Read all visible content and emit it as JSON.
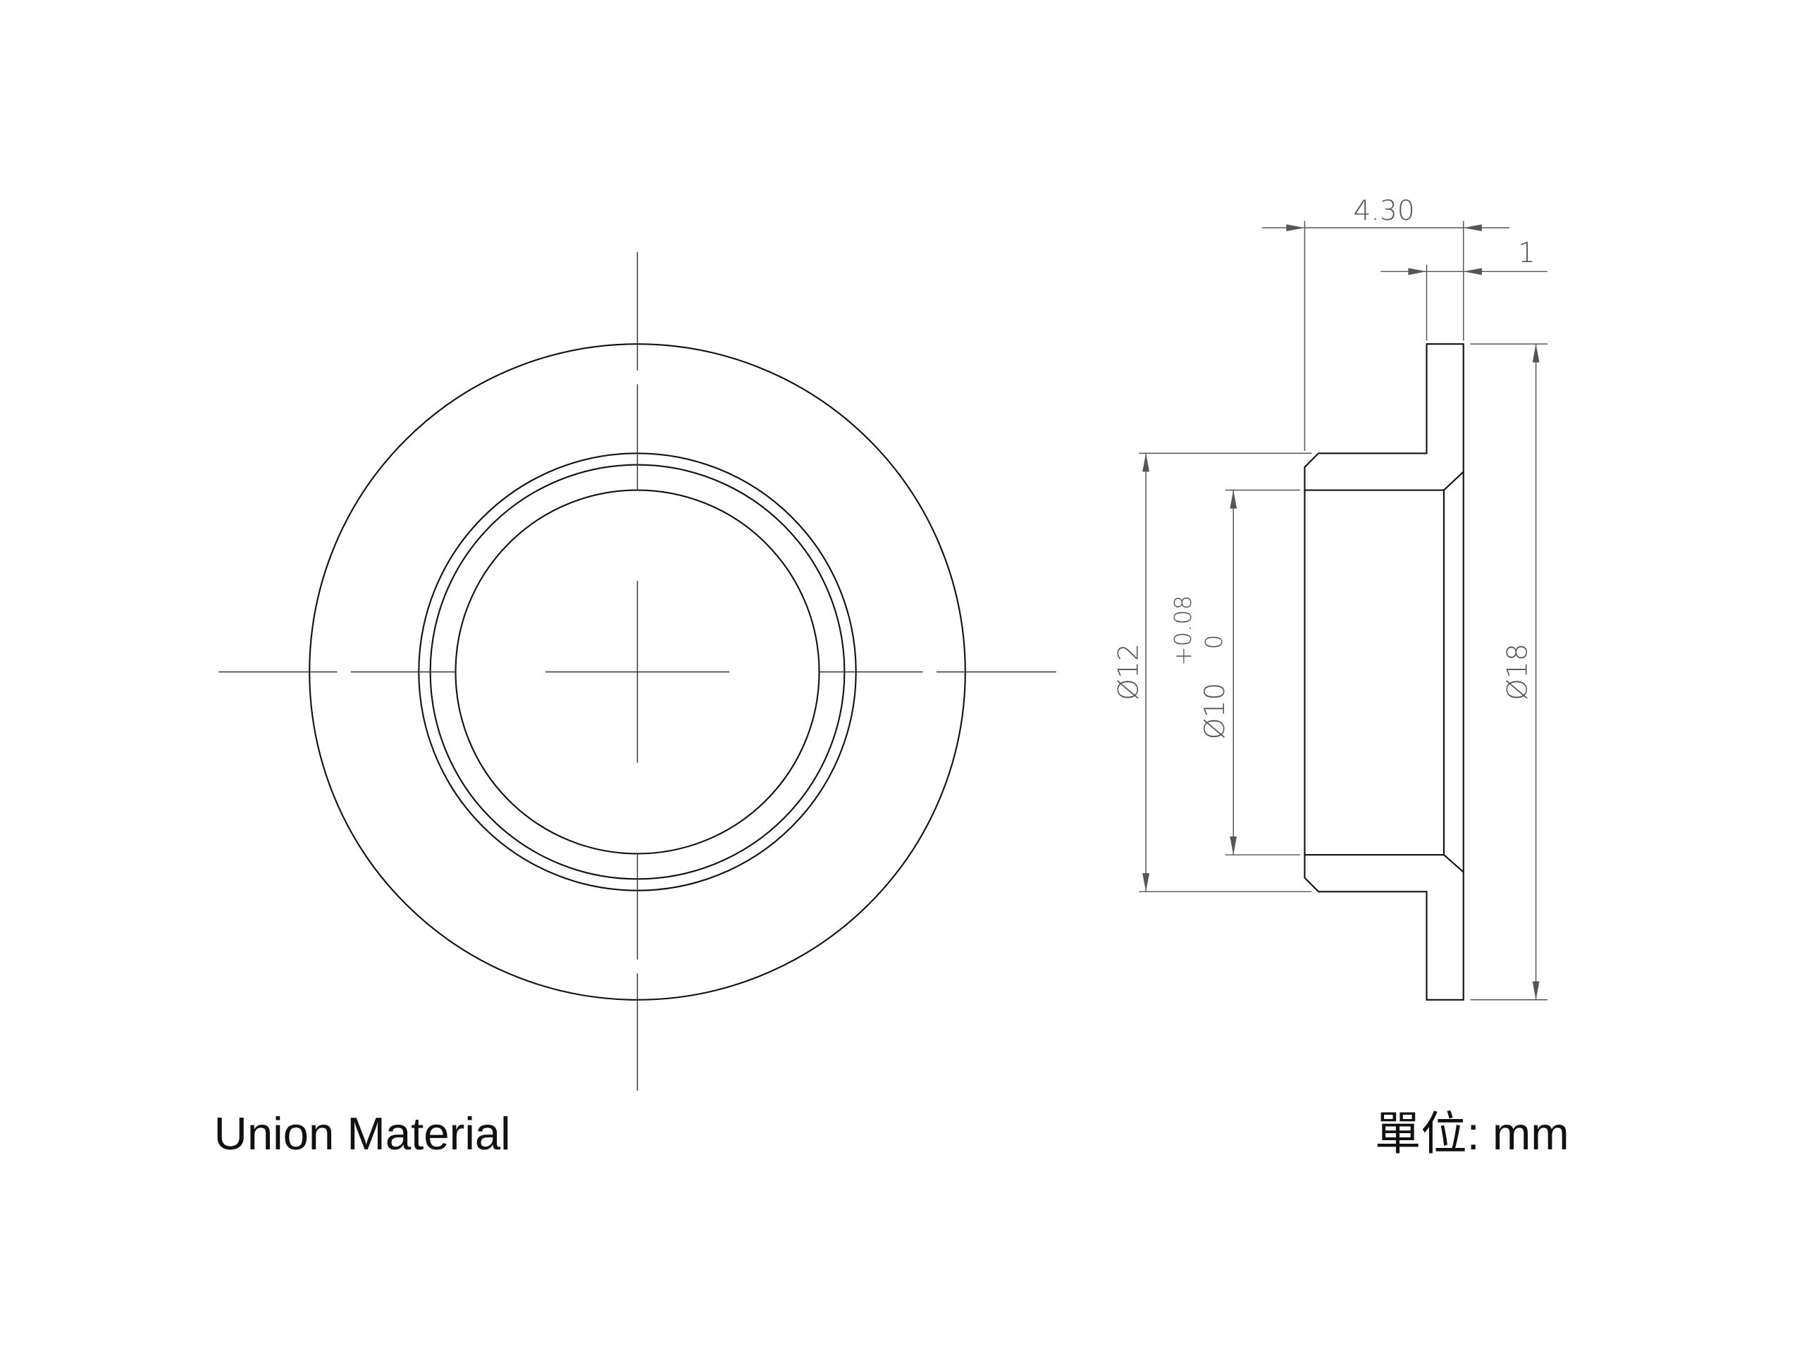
{
  "drawing": {
    "brand_label": "Union Material",
    "unit_label": "單位: mm",
    "dimensions": {
      "length": "4.30",
      "flange_thickness": "1",
      "flange_diameter": "Ø18",
      "hub_diameter": "Ø12",
      "bore_diameter": "Ø10",
      "bore_tol_upper": "+0.08",
      "bore_tol_lower": "0"
    }
  }
}
